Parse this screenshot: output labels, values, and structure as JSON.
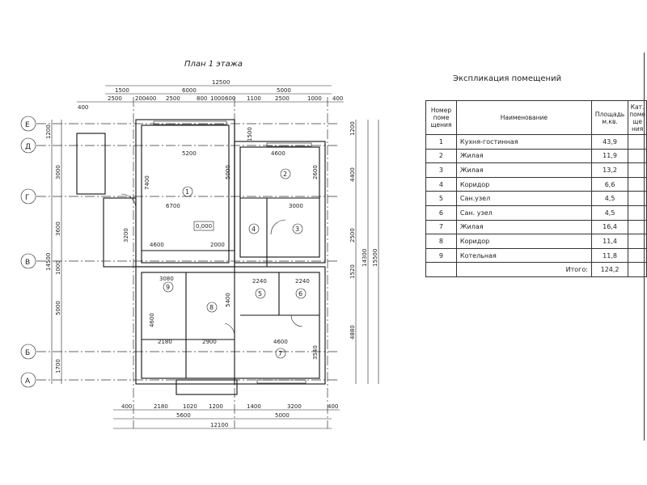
{
  "plan": {
    "title": "План 1 этажа",
    "elevation_mark": "0,000",
    "axes": [
      "Е",
      "Д",
      "Г",
      "В",
      "Б",
      "А"
    ],
    "rooms": [
      "1",
      "2",
      "3",
      "4",
      "5",
      "6",
      "7",
      "8",
      "9"
    ],
    "dims_top_overall": "12500",
    "dims_top_mid": [
      "1500",
      "6000",
      "5000"
    ],
    "dims_top_detail": [
      "400",
      "2500",
      "200",
      "400",
      "2500",
      "800",
      "1000",
      "600",
      "1100",
      "2500",
      "1000",
      "400"
    ],
    "dims_bottom_detail": [
      "400",
      "2180",
      "1020",
      "1200",
      "1400",
      "3200",
      "400"
    ],
    "dims_bottom_mid": [
      "5600",
      "5000"
    ],
    "dims_bottom_overall": "12100",
    "dims_left": [
      "1200",
      "3000",
      "3600",
      "1000",
      "5000",
      "1700"
    ],
    "dims_left_overall": "14500",
    "dims_right": [
      "1200",
      "4400",
      "2500",
      "1520",
      "4880"
    ],
    "dims_right_overall": [
      "15500",
      "14300"
    ],
    "dims_inner": [
      "5200",
      "4600",
      "6700",
      "3000",
      "4600",
      "2000",
      "7400",
      "5000",
      "2240",
      "2240",
      "3080",
      "4600",
      "2180",
      "2900",
      "4600",
      "3200",
      "5400",
      "2600",
      "1500",
      "3540"
    ]
  },
  "explication": {
    "title": "Экспликация помещений",
    "headers": {
      "number": "Номер поме щения",
      "name": "Наименование",
      "area": "Площадь м.кв.",
      "category": "Кат. поме ще ния"
    },
    "rows": [
      {
        "n": "1",
        "name": "Кухня-гостинная",
        "area": "43,9"
      },
      {
        "n": "2",
        "name": "Жилая",
        "area": "11,9"
      },
      {
        "n": "3",
        "name": "Жилая",
        "area": "13,2"
      },
      {
        "n": "4",
        "name": "Коридор",
        "area": "6,6"
      },
      {
        "n": "5",
        "name": "Сан.узел",
        "area": "4,5"
      },
      {
        "n": "6",
        "name": "Сан. узел",
        "area": "4,5"
      },
      {
        "n": "7",
        "name": "Жилая",
        "area": "16,4"
      },
      {
        "n": "8",
        "name": "Коридор",
        "area": "11,4"
      },
      {
        "n": "9",
        "name": "Котельная",
        "area": "11,8"
      }
    ],
    "total_label": "Итого:",
    "total": "124,2"
  }
}
